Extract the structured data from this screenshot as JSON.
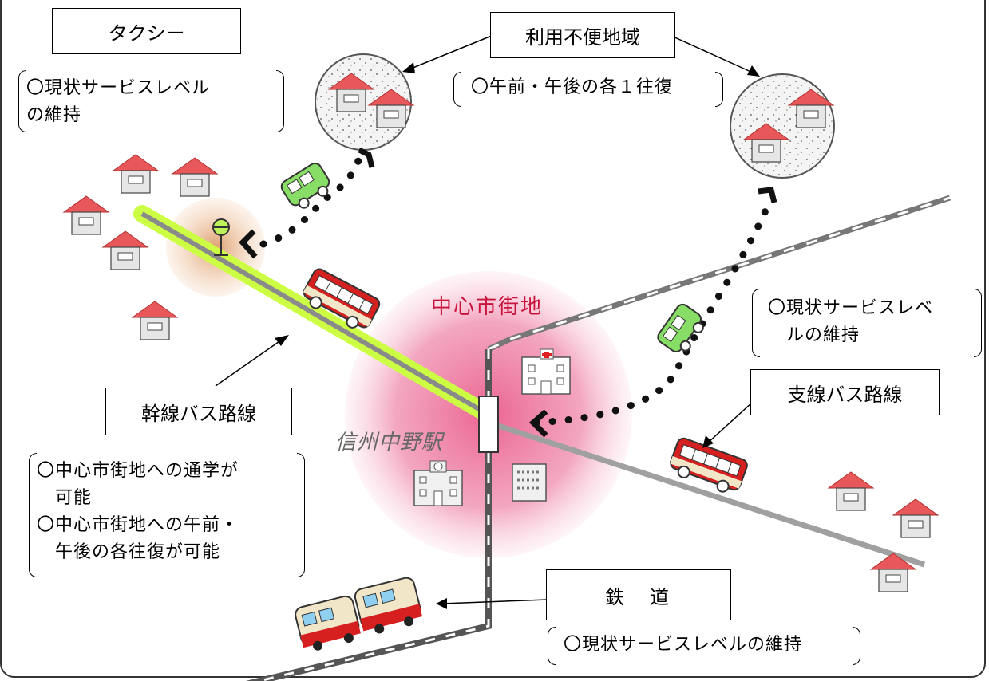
{
  "labels": {
    "taxi": "タクシー",
    "inconvenient_area": "利用不便地域",
    "trunk_bus": "幹線バス路線",
    "branch_bus": "支線バス路線",
    "railway": "鉄　道",
    "city_center": "中心市街地",
    "station": "信州中野駅"
  },
  "notes": {
    "taxi": [
      "〇現状サービスレベル",
      "の維持"
    ],
    "inconvenient_area": [
      "〇午前・午後の各１往復"
    ],
    "branch_bus": [
      "〇現状サービスレベ",
      "　ルの維持"
    ],
    "trunk_bus": [
      "〇中心市街地への通学が",
      "　可能",
      "〇中心市街地への午前・",
      "　午後の各往復が可能"
    ],
    "railway": [
      "〇現状サービスレベルの維持"
    ]
  },
  "colors": {
    "house_roof": "#e8585a",
    "house_wall": "#e6e6e6",
    "city_center": "#f08aaa",
    "trunk_glow": "#ccff44",
    "road_gray": "#9a9a9a",
    "bus_red": "#d62020",
    "minibus_green": "#88dd66"
  }
}
